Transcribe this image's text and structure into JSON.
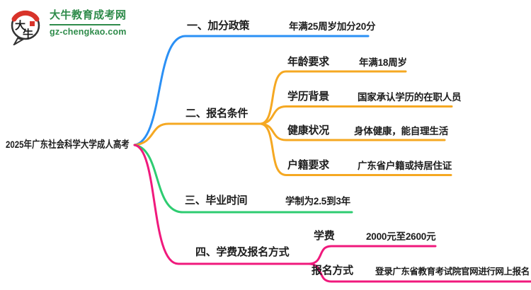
{
  "brand": {
    "site_name": "大牛教育成考网",
    "site_domain": "gz-chengkao.com",
    "logo_chars": [
      "大",
      "牛"
    ],
    "colors": {
      "green": "#2e8b4a",
      "red": "#d8332a"
    }
  },
  "mindmap": {
    "root": "2025年广东社会科学大学成人高考",
    "branches": [
      {
        "label": "一、加分政策",
        "color": "#2b90f5",
        "value": "年满25周岁加分20分"
      },
      {
        "label": "二、报名条件",
        "color": "#f5a822",
        "children": [
          {
            "key": "年龄要求",
            "value": "年满18周岁"
          },
          {
            "key": "学历背景",
            "value": "国家承认学历的在职人员"
          },
          {
            "key": "健康状况",
            "value": "身体健康，能自理生活"
          },
          {
            "key": "户籍要求",
            "value": "广东省户籍或持居住证"
          }
        ]
      },
      {
        "label": "三、毕业时间",
        "color": "#2ecc71",
        "value": "学制为2.5到3年"
      },
      {
        "label": "四、学费及报名方式",
        "color": "#f0197c",
        "children": [
          {
            "key": "学费",
            "value": "2000元至2600元"
          },
          {
            "key": "报名方式",
            "value": "登录广东省教育考试院官网进行网上报名"
          }
        ]
      }
    ]
  }
}
